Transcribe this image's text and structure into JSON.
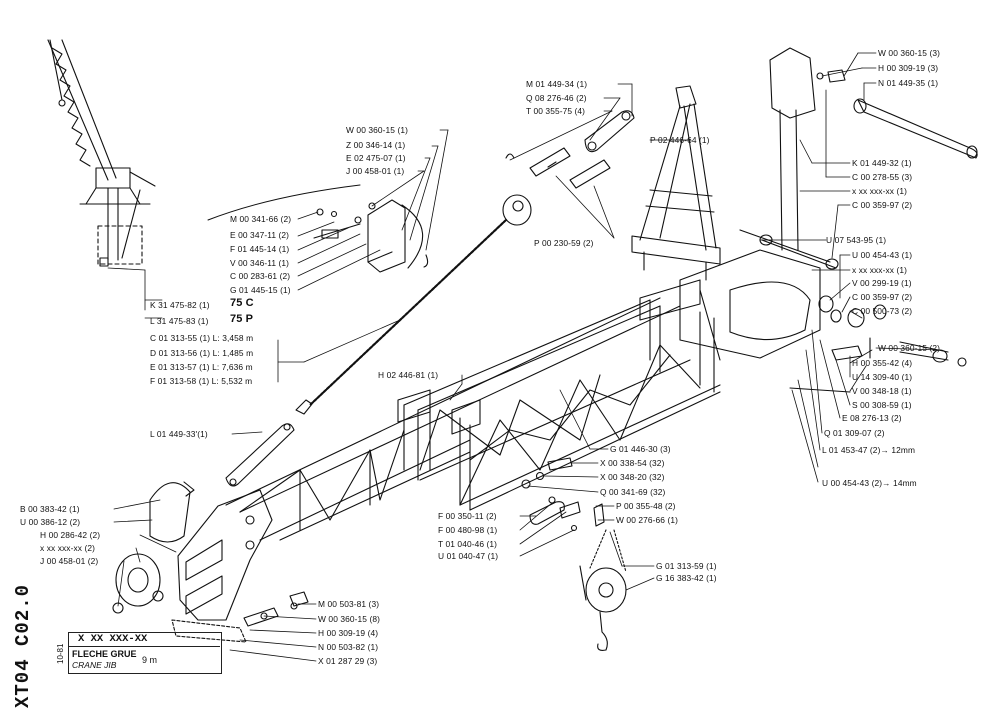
{
  "sheet": {
    "code": "XT04 C02.0",
    "code_sub": "10-81",
    "reference": "X XX XXX-XX",
    "title": "FLECHE GRUE",
    "subtitle": "CRANE JIB",
    "length": "9 m"
  },
  "labels": {
    "w_360_15_a": "W 00 360-15 (1)",
    "z_346_14": "Z 00 346-14 (1)",
    "e_475_07": "E 02 475-07 (1)",
    "j_458_01_a": "J 00 458-01 (1)",
    "m_341_66": "M 00 341-66 (2)",
    "e_347_11": "E 00 347-11 (2)",
    "f_445_14": "F 01 445-14 (1)",
    "v_346_11": "V 00 346-11 (1)",
    "c_283_61": "C 00 283-61 (2)",
    "g_445_15": "G 01 445-15 (1)",
    "k_475_82": "K 31 475-82 (1)",
    "k_75c": "75 C",
    "l_475_83": "L 31 475-83 (1)",
    "l_75p": "75 P",
    "c_313_55": "C 01 313-55 (1) L: 3,458 m",
    "d_313_56": "D 01 313-56 (1) L: 1,485 m",
    "e_313_57": "E 01 313-57 (1) L: 7,636 m",
    "f_313_58": "F 01 313-58 (1) L: 5,532 m",
    "l_449_33": "L 01 449-33'(1)",
    "h_446_81": "H 02 446-81 (1)",
    "m_449_34": "M 01 449-34 (1)",
    "q_276_46": "Q 08 276-46 (2)",
    "t_355_75": "T 00 355-75 (4)",
    "p_446_64": "P 02 446-64 (1)",
    "p_230_59": "P 00 230-59 (2)",
    "w_360_15_3": "W 00 360-15 (3)",
    "h_309_19_3": "H 00 309-19 (3)",
    "n_449_35": "N 01 449-35 (1)",
    "k_449_32": "K 01 449-32 (1)",
    "c_278_55": "C 00 278-55 (3)",
    "x_xx_a": "x xx xxx-xx (1)",
    "c_359_97_a": "C 00 359-97 (2)",
    "u_543_95": "U 07 543-95 (1)",
    "u_454_43_a": "U 00 454-43 (1)",
    "x_xx_b": "x xx xxx-xx (1)",
    "v_299_19": "V 00 299-19 (1)",
    "c_359_97_b": "C 00 359-97 (2)",
    "c_500_73": "C 00 500-73 (2)",
    "w_360_15_2": "W 00 360-15 (2)",
    "h_355_42": "H 00 355-42 (4)",
    "u_309_40": "U 14 309-40 (1)",
    "v_348_18": "V 00 348-18 (1)",
    "s_308_59": "S 00 308-59 (1)",
    "e_276_13": "E 08 276-13 (2)",
    "q_309_07": "Q 01 309-07 (2)",
    "l_453_47": "L 01 453-47 (2)→ 12mm",
    "u_454_43_b": "U 00 454-43 (2)→ 14mm",
    "g_446_30": "G 01 446-30 (3)",
    "x_338_54": "X 00 338-54 (32)",
    "x_348_20": "X 00 348-20 (32)",
    "q_341_69": "Q 00 341-69 (32)",
    "f_350_11": "F 00 350-11 (2)",
    "f_480_98": "F 00 480-98 (1)",
    "t_040_46": "T 01 040-46 (1)",
    "u_040_47": "U 01 040-47 (1)",
    "p_355_48": "P 00 355-48 (2)",
    "w_276_66": "W 00 276-66 (1)",
    "g_313_59": "G 01 313-59 (1)",
    "g_383_42": "G 16 383-42 (1)",
    "b_383_42": "B 00 383-42 (1)",
    "u_386_12": "U 00 386-12 (2)",
    "h_286_42": "H 00 286-42 (2)",
    "x_xx_c": "x xx xxx-xx (2)",
    "j_458_01_b": "J 00 458-01 (2)",
    "m_503_81": "M 00 503-81 (3)",
    "w_360_15_8": "W 00 360-15 (8)",
    "h_309_19_4": "H 00 309-19 (4)",
    "n_503_82": "N 00 503-82 (1)",
    "x_287_29": "X 01 287  29 (3)"
  }
}
